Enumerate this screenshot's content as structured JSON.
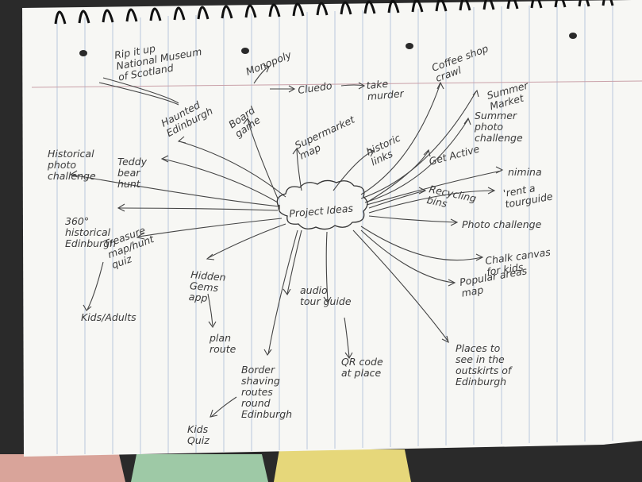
{
  "mindmap": {
    "center": "Project Ideas",
    "nodes": {
      "rip_it_up": [
        "Rip it up",
        "National Museum",
        "of Scotland"
      ],
      "monopoly": [
        "Monopoly"
      ],
      "cluedo": [
        "Cluedo"
      ],
      "take_murder": [
        "take",
        "murder"
      ],
      "coffee_shop_crawl": [
        "Coffee shop",
        "crawl"
      ],
      "haunted_edinburgh": [
        "Haunted",
        "Edinburgh"
      ],
      "board_game": [
        "Board",
        "game"
      ],
      "summer_market": [
        "Summer",
        "Market"
      ],
      "summer_photo_challenge": [
        "Summer",
        "photo",
        "challenge"
      ],
      "historical_photo_challenge": [
        "Historical",
        "photo",
        "challenge"
      ],
      "teddy_bear_hunt": [
        "Teddy",
        "bear",
        "hunt"
      ],
      "supermarket_map": [
        "Supermarket",
        "map"
      ],
      "historic_links": [
        "historic",
        "links"
      ],
      "get_active": [
        "Get Active"
      ],
      "nimina": [
        "nimina"
      ],
      "recycling_bins": [
        "Recycling",
        "bins"
      ],
      "rent_a_tourguide": [
        "'rent a",
        "tourguide"
      ],
      "historical_360": [
        "360°",
        "historical",
        "Edinburgh"
      ],
      "photo_challenge": [
        "Photo challenge"
      ],
      "treasure_map": [
        "Treasure",
        "map/hunt",
        "quiz"
      ],
      "chalk_canvas": [
        "Chalk canvas",
        "for kids"
      ],
      "hidden_gems_app": [
        "Hidden",
        "Gems",
        "app"
      ],
      "audio_tour_guide": [
        "audio",
        "tour guide"
      ],
      "popular_areas_map": [
        "Popular areas",
        "map"
      ],
      "kids_adults": [
        "Kids/Adults"
      ],
      "plan_route": [
        "plan",
        "route"
      ],
      "qr_code": [
        "QR code",
        "at place"
      ],
      "places_to_see": [
        "Places to",
        "see in the",
        "outskirts of",
        "Edinburgh"
      ],
      "border_shaving": [
        "Border",
        "shaving",
        "routes",
        "round",
        "Edinburgh"
      ],
      "kids_quiz": [
        "Kids",
        "Quiz"
      ]
    }
  },
  "tab_colors": [
    "#d9a49a",
    "#9ec9a6",
    "#e6d77a"
  ],
  "paper_color": "#f7f7f4",
  "line_color": "#b8c7dc"
}
